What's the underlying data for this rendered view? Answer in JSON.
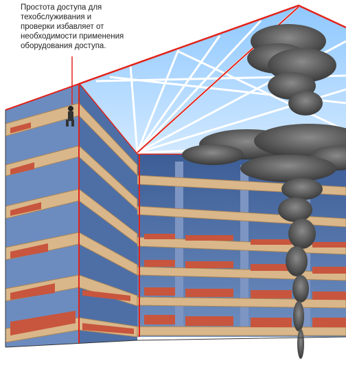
{
  "callout": {
    "lines": [
      "Простота доступа для",
      "техобслуживания и",
      "проверки избавляет от",
      "необходимости применения",
      "оборудования доступа."
    ]
  },
  "illustration": {
    "subject": "atrium-building-smoke-plume",
    "floors": 6,
    "colors": {
      "floor_slab": "#d9b78a",
      "wall_blue": "#5b7bb0",
      "seat_red": "#c8553d",
      "roof_outline": "#e2231a",
      "glass": "#bfe0ff",
      "smoke": "#4a4a4a"
    }
  }
}
